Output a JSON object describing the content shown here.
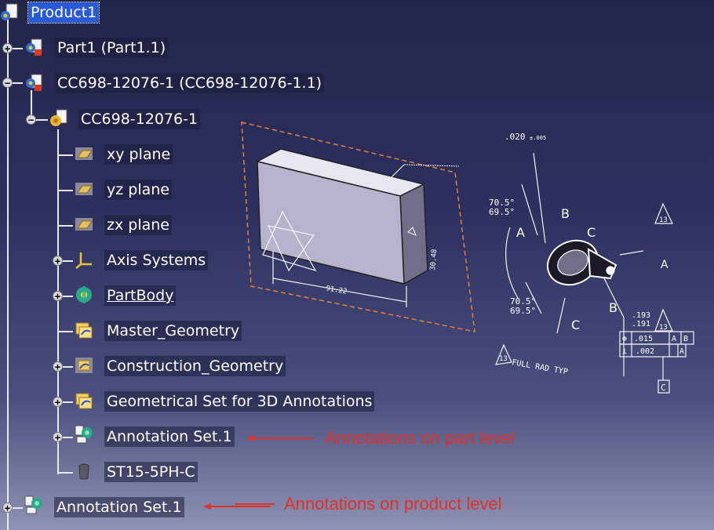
{
  "tree": {
    "items": [
      {
        "label": "Product1",
        "icon": "product-icon"
      },
      {
        "label": "Part1 (Part1.1)",
        "icon": "part-instance-icon"
      },
      {
        "label": "CC698-12076-1 (CC698-12076-1.1)",
        "icon": "part-instance-icon"
      },
      {
        "label": "CC698-12076-1",
        "icon": "part-icon"
      },
      {
        "label": "xy plane",
        "icon": "plane-icon"
      },
      {
        "label": "yz plane",
        "icon": "plane-icon"
      },
      {
        "label": "zx plane",
        "icon": "plane-icon"
      },
      {
        "label": "Axis Systems",
        "icon": "axis-system-icon"
      },
      {
        "label": "PartBody",
        "icon": "body-icon"
      },
      {
        "label": "Master_Geometry",
        "icon": "geometrical-set-icon"
      },
      {
        "label": "Construction_Geometry",
        "icon": "geometrical-set-icon"
      },
      {
        "label": "Geometrical Set for 3D Annotations",
        "icon": "geometrical-set-icon"
      },
      {
        "label": "Annotation Set.1",
        "icon": "annotation-set-icon"
      },
      {
        "label": "ST15-5PH-C",
        "icon": "material-icon"
      },
      {
        "label": "Annotation Set.1",
        "icon": "annotation-set-icon"
      }
    ]
  },
  "notes": {
    "part_level": "Annotations on part level",
    "product_level": "Annotations on product level"
  },
  "drawing": {
    "dim_width": "91.22",
    "dim_height": "30.48",
    "tol_top": ".020",
    "tol_top_small": "±.005",
    "angle_upper_1": "70.5°",
    "angle_upper_2": "69.5°",
    "angle_lower_1": "70.5°",
    "angle_lower_2": "69.5°",
    "letter_a_left": "A",
    "letter_b_top": "B",
    "letter_c_top": "C",
    "letter_c_bottom": "C",
    "letter_b_bottom": "B",
    "letter_a_right": "A",
    "triangle_top": "13",
    "triangle_mid": "13",
    "triangle_bottom": "13",
    "full_rad": "FULL RAD TYP",
    "dim_193": ".193",
    "dim_191": ".191",
    "fcf_1_val": ".015",
    "fcf_1_a": "A",
    "fcf_1_b": "B",
    "fcf_2_val": ".002",
    "fcf_2_a": "A",
    "datum_c": "C"
  },
  "colors": {
    "selection": "#2a5bd7",
    "annotation_arrow": "#e0302a",
    "frame_dashed": "#e0803a",
    "tree_line": "#e8e8ee"
  }
}
